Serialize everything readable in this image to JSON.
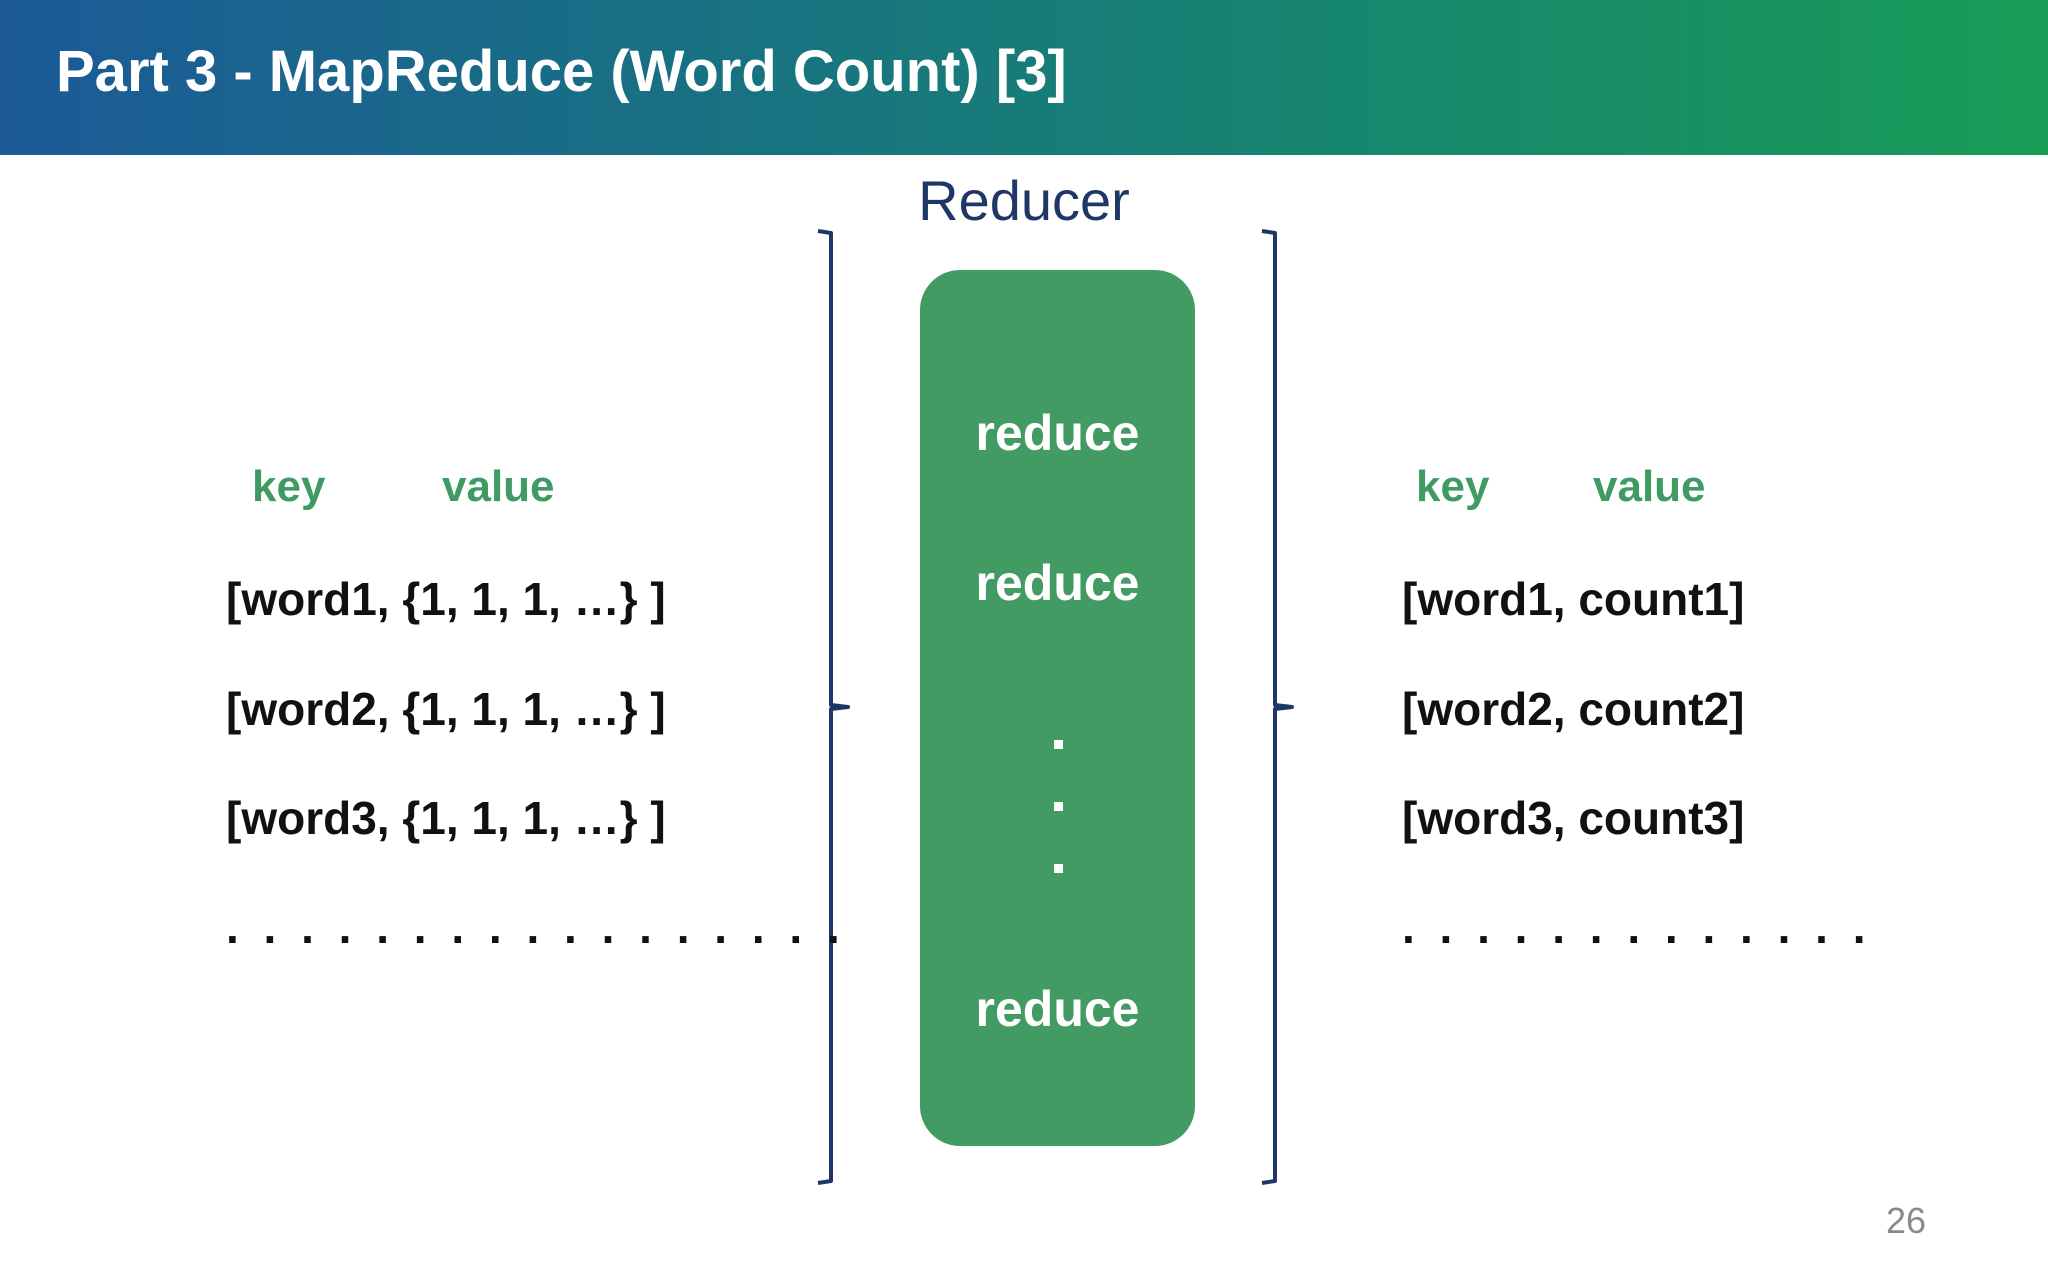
{
  "slide": {
    "title": "Part 3 - MapReduce (Word Count) [3]",
    "page_number": "26"
  },
  "reducer": {
    "label": "Reducer",
    "functions": [
      "reduce",
      "reduce",
      "reduce"
    ]
  },
  "input": {
    "key_header": "key",
    "value_header": "value",
    "rows": [
      "[word1, {1, 1, 1, …} ]",
      "[word2, {1, 1, 1, …} ]",
      "[word3, {1, 1, 1, …} ]"
    ],
    "ellipsis": ". . . . . . . . . . . . . . . . ."
  },
  "output": {
    "key_header": "key",
    "value_header": "value",
    "rows": [
      "[word1, count1]",
      "[word2, count2]",
      "[word3, count3]"
    ],
    "ellipsis": ". . . . . . . . . . . . ."
  },
  "colors": {
    "header_gradient_start": "#1b5a97",
    "header_gradient_end": "#189c56",
    "reducer_box": "#429b63",
    "kv_header": "#3f9a63",
    "brace": "#1e3766"
  }
}
